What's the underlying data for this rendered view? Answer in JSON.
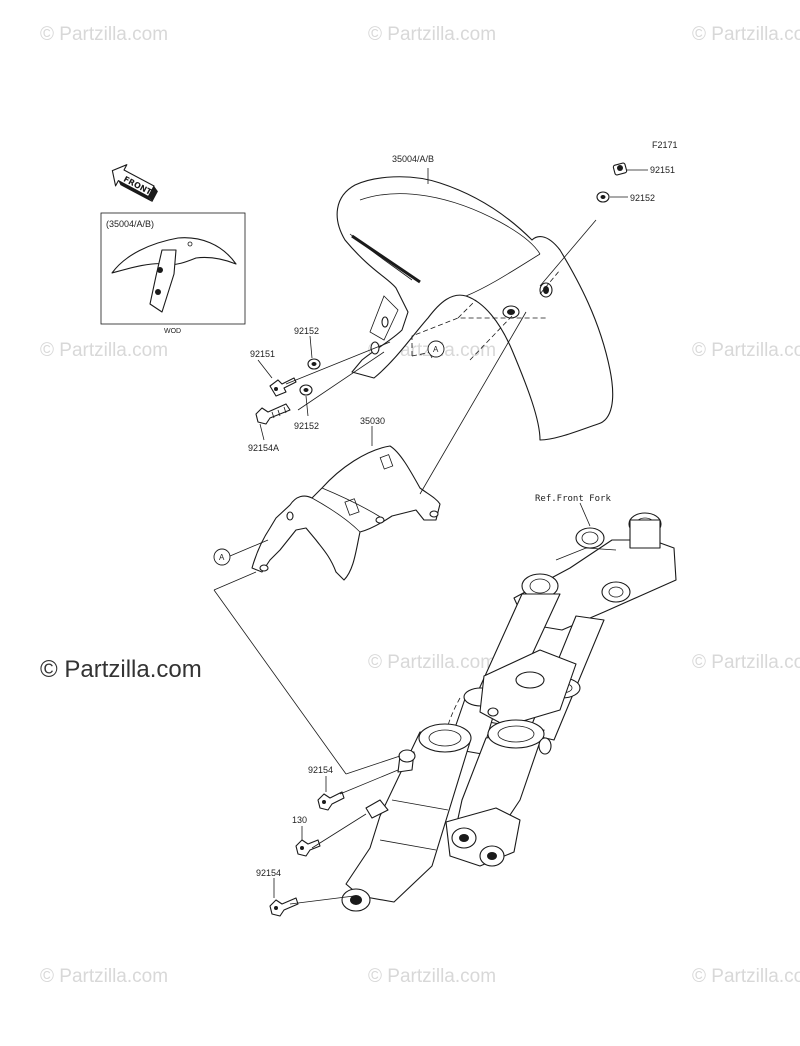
{
  "figure_code": "F2171",
  "watermark_text": "© Partzilla.com",
  "copyright_text": "© Partzilla.com",
  "front_badge": "FRONT",
  "inset": {
    "title": "(35004/A/B)",
    "variant": "WOD"
  },
  "reference_note": "Ref.Front Fork",
  "callout_letter": "A",
  "parts": {
    "fender": "35004/A/B",
    "cover": "35030",
    "bolt_top_right": "92151",
    "washer_top_right": "92152",
    "washer_left_upper": "92152",
    "bolt_left": "92151",
    "washer_left_lower": "92152",
    "bolt_left_long": "92154A",
    "bolt_fork_upper": "92154",
    "bolt_fork_mid": "130",
    "bolt_fork_lower": "92154"
  }
}
